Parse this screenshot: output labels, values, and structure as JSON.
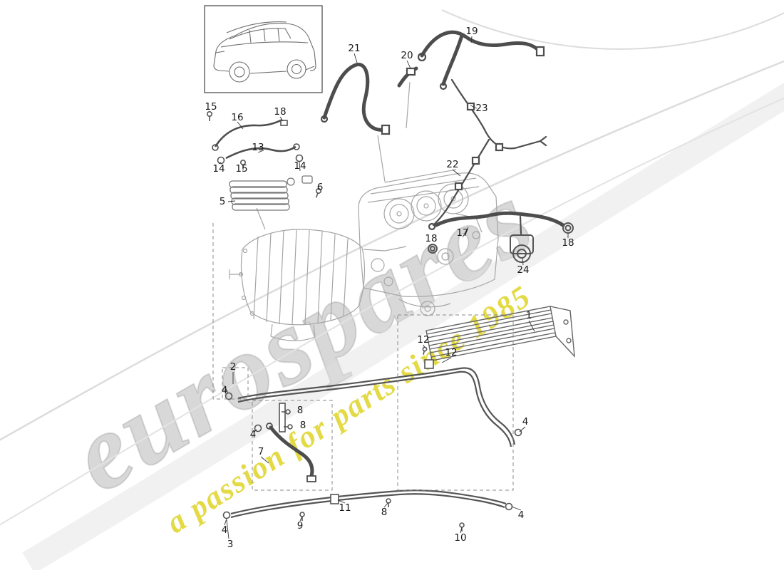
{
  "diagram": {
    "background": "#ffffff",
    "engine_line_color": "#a6a6a6",
    "hose_color": "#4d4d4d",
    "callout_color": "#1a1a1a",
    "dashed_box_color": "#8a8a8a"
  },
  "watermark": {
    "brand": "eurospares",
    "tagline": "a passion for parts since 1985",
    "brand_color": "#b8b8b8",
    "tagline_color": "#ded426"
  },
  "callouts": [
    {
      "label": "15"
    },
    {
      "label": "16"
    },
    {
      "label": "18"
    },
    {
      "label": "13"
    },
    {
      "label": "14"
    },
    {
      "label": "15"
    },
    {
      "label": "14"
    },
    {
      "label": "6"
    },
    {
      "label": "5"
    },
    {
      "label": "21"
    },
    {
      "label": "20"
    },
    {
      "label": "19"
    },
    {
      "label": "23"
    },
    {
      "label": "22"
    },
    {
      "label": "17"
    },
    {
      "label": "18"
    },
    {
      "label": "18"
    },
    {
      "label": "24"
    },
    {
      "label": "1"
    },
    {
      "label": "12"
    },
    {
      "label": "12"
    },
    {
      "label": "2"
    },
    {
      "label": "4"
    },
    {
      "label": "8"
    },
    {
      "label": "8"
    },
    {
      "label": "4"
    },
    {
      "label": "7"
    },
    {
      "label": "4"
    },
    {
      "label": "11"
    },
    {
      "label": "8"
    },
    {
      "label": "9"
    },
    {
      "label": "4"
    },
    {
      "label": "3"
    },
    {
      "label": "10"
    },
    {
      "label": "4"
    }
  ]
}
